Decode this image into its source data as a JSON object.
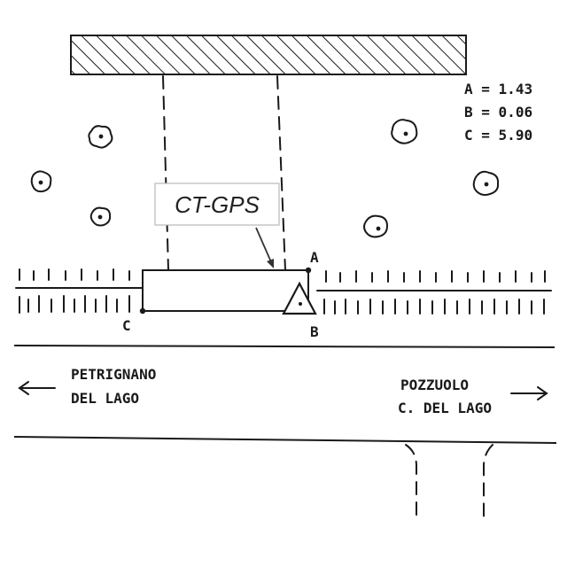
{
  "parameters": [
    {
      "name": "A",
      "value": "1.43"
    },
    {
      "name": "B",
      "value": "0.06"
    },
    {
      "name": "C",
      "value": "5.90"
    }
  ],
  "station_label": "CT-GPS",
  "points": {
    "a": "A",
    "b": "B",
    "c": "C"
  },
  "directions": {
    "left_line1": "PETRIGNANO",
    "left_line2": "DEL LAGO",
    "right_line1": "POZZUOLO",
    "right_line2": "C. DEL LAGO"
  }
}
